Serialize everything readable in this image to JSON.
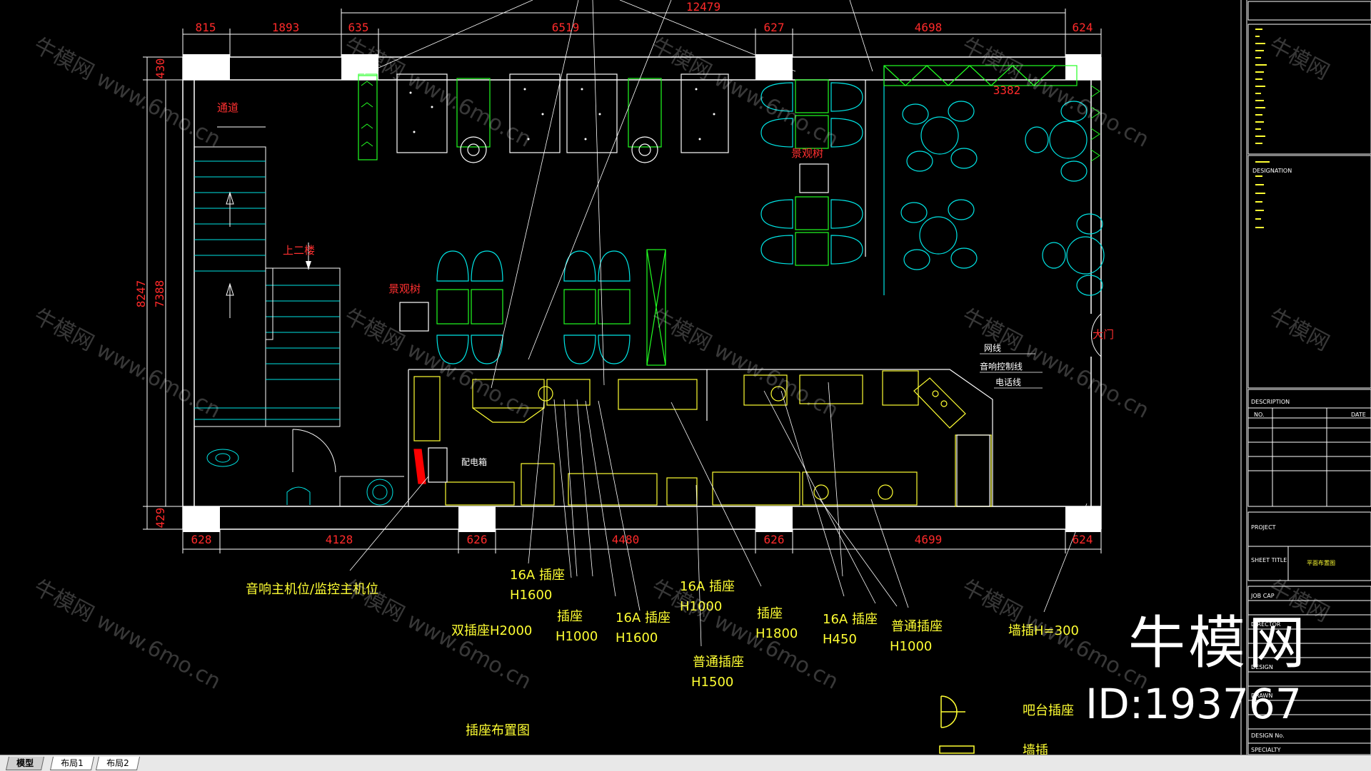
{
  "tabs": [
    {
      "label": "模型",
      "active": true
    },
    {
      "label": "布局1",
      "active": false
    },
    {
      "label": "布局2",
      "active": false
    }
  ],
  "dims_top": {
    "overall": "12479",
    "segments": [
      "815",
      "1893",
      "635",
      "6519",
      "627",
      "4698",
      "624"
    ],
    "inner": "3382"
  },
  "dims_bottom": [
    "628",
    "4128",
    "626",
    "4480",
    "626",
    "4699",
    "624"
  ],
  "dims_left": [
    "430",
    "8247",
    "7388",
    "429"
  ],
  "room_labels": {
    "passage": "通道",
    "upstairs": "上二楼",
    "plant1": "景观树",
    "plant2": "景观树",
    "entrance": "大门",
    "network": "网线",
    "audio": "音响控制线",
    "phone": "电话线",
    "panel": "配电箱"
  },
  "socket_labels": [
    {
      "text": "音响主机位/监控主机位"
    },
    {
      "text": "16A 插座",
      "height": "H1600"
    },
    {
      "text": "双插座H2000"
    },
    {
      "text": "插座",
      "height": "H1000"
    },
    {
      "text": "16A 插座",
      "height": "H1600"
    },
    {
      "text": "16A 插座",
      "height": "H1000"
    },
    {
      "text": "普通插座",
      "height": "H1500"
    },
    {
      "text": "插座",
      "height": "H1800"
    },
    {
      "text": "16A 插座",
      "height": "H450"
    },
    {
      "text": "普通插座",
      "height": "H1000"
    },
    {
      "text": "墙插H=300"
    }
  ],
  "drawing_title": "插座布置图",
  "legend": [
    {
      "text": "吧台插座"
    },
    {
      "text": "墙插"
    }
  ],
  "title_block": {
    "description": "DESCRIPTION",
    "no": "NO.",
    "date": "DATE",
    "project": "PROJECT",
    "sheet_title_label": "SHEET TITLE",
    "sheet_title": "平面布置图",
    "job_cap": "JOB CAP",
    "director": "DIRECTOR",
    "design": "DESIGN",
    "drawn": "DRAWN",
    "design_no": "DESIGN No.",
    "specialty": "SPECIALTY",
    "designation": "DESIGNATION"
  },
  "watermark": {
    "brand": "牛模网",
    "url": "www.6mo.cn",
    "id": "ID:193767"
  },
  "colors": {
    "background": "#000000",
    "dimension": "#ff2a2a",
    "wall": "#ffffff",
    "furniture_cyan": "#00e5e5",
    "furniture_green": "#22ff22",
    "furniture_yellow": "#ffff33"
  }
}
